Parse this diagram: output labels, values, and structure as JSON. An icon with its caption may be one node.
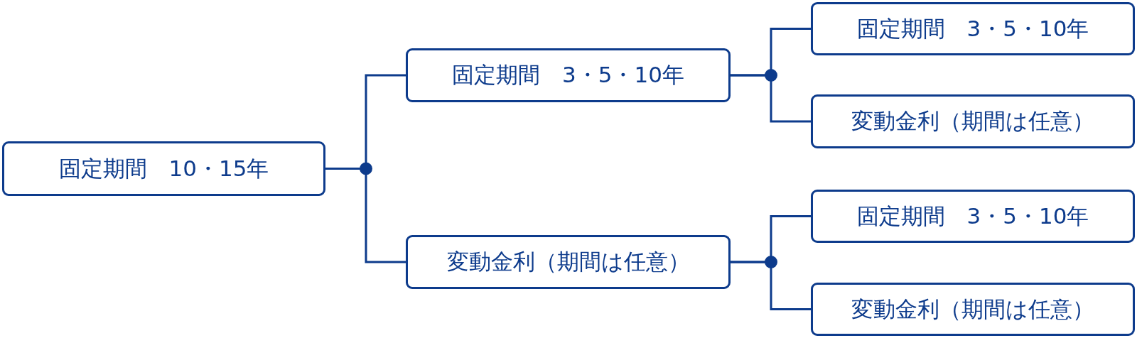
{
  "diagram": {
    "nodes": [
      {
        "text": [
          "固定期間　10・15年"
        ]
      },
      {
        "text": [
          "固定期間　3・5・10年"
        ]
      },
      {
        "text": [
          "変動金利（期間は任意）"
        ]
      },
      {
        "text": [
          "固定期間　3・5・10年"
        ]
      },
      {
        "text": [
          "変動金利（期間は任意）"
        ]
      },
      {
        "text": [
          "固定期間　3・5・10年"
        ]
      },
      {
        "text": [
          "変動金利（期間は任意）"
        ]
      }
    ],
    "edges": [
      {
        "from": 0,
        "to": 1,
        "arrow": "none"
      },
      {
        "from": 0,
        "to": 2,
        "arrow": "none"
      },
      {
        "from": 1,
        "to": 3,
        "arrow": "none"
      },
      {
        "from": 1,
        "to": 4,
        "arrow": "none"
      },
      {
        "from": 2,
        "to": 5,
        "arrow": "none"
      },
      {
        "from": 2,
        "to": 6,
        "arrow": "none"
      }
    ]
  }
}
